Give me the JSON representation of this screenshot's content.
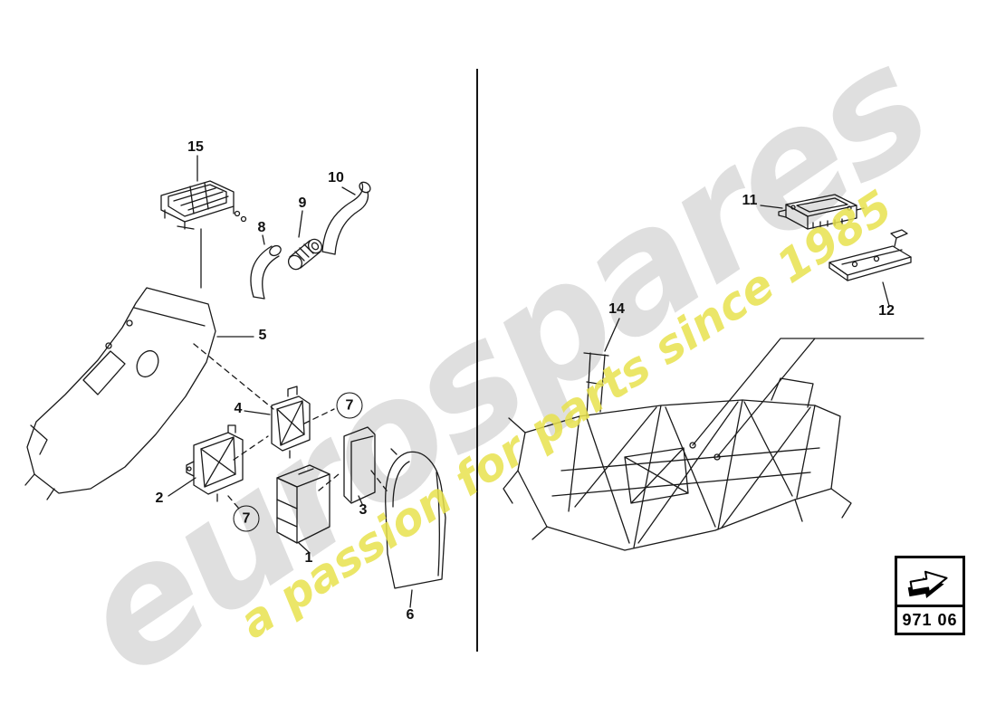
{
  "watermark": {
    "brand": "eurospares",
    "tagline": "a passion for parts since 1985"
  },
  "callouts": {
    "p1": "1",
    "p2": "2",
    "p3": "3",
    "p4": "4",
    "p5": "5",
    "p6": "6",
    "p7a": "7",
    "p7b": "7",
    "p8": "8",
    "p9": "9",
    "p10": "10",
    "p11": "11",
    "p12": "12",
    "p14": "14",
    "p15": "15"
  },
  "part_code": "971 06",
  "colors": {
    "line": "#1a1a1a",
    "watermark_gray": "#8a8a8a",
    "watermark_yellow": "#e8e24e"
  }
}
